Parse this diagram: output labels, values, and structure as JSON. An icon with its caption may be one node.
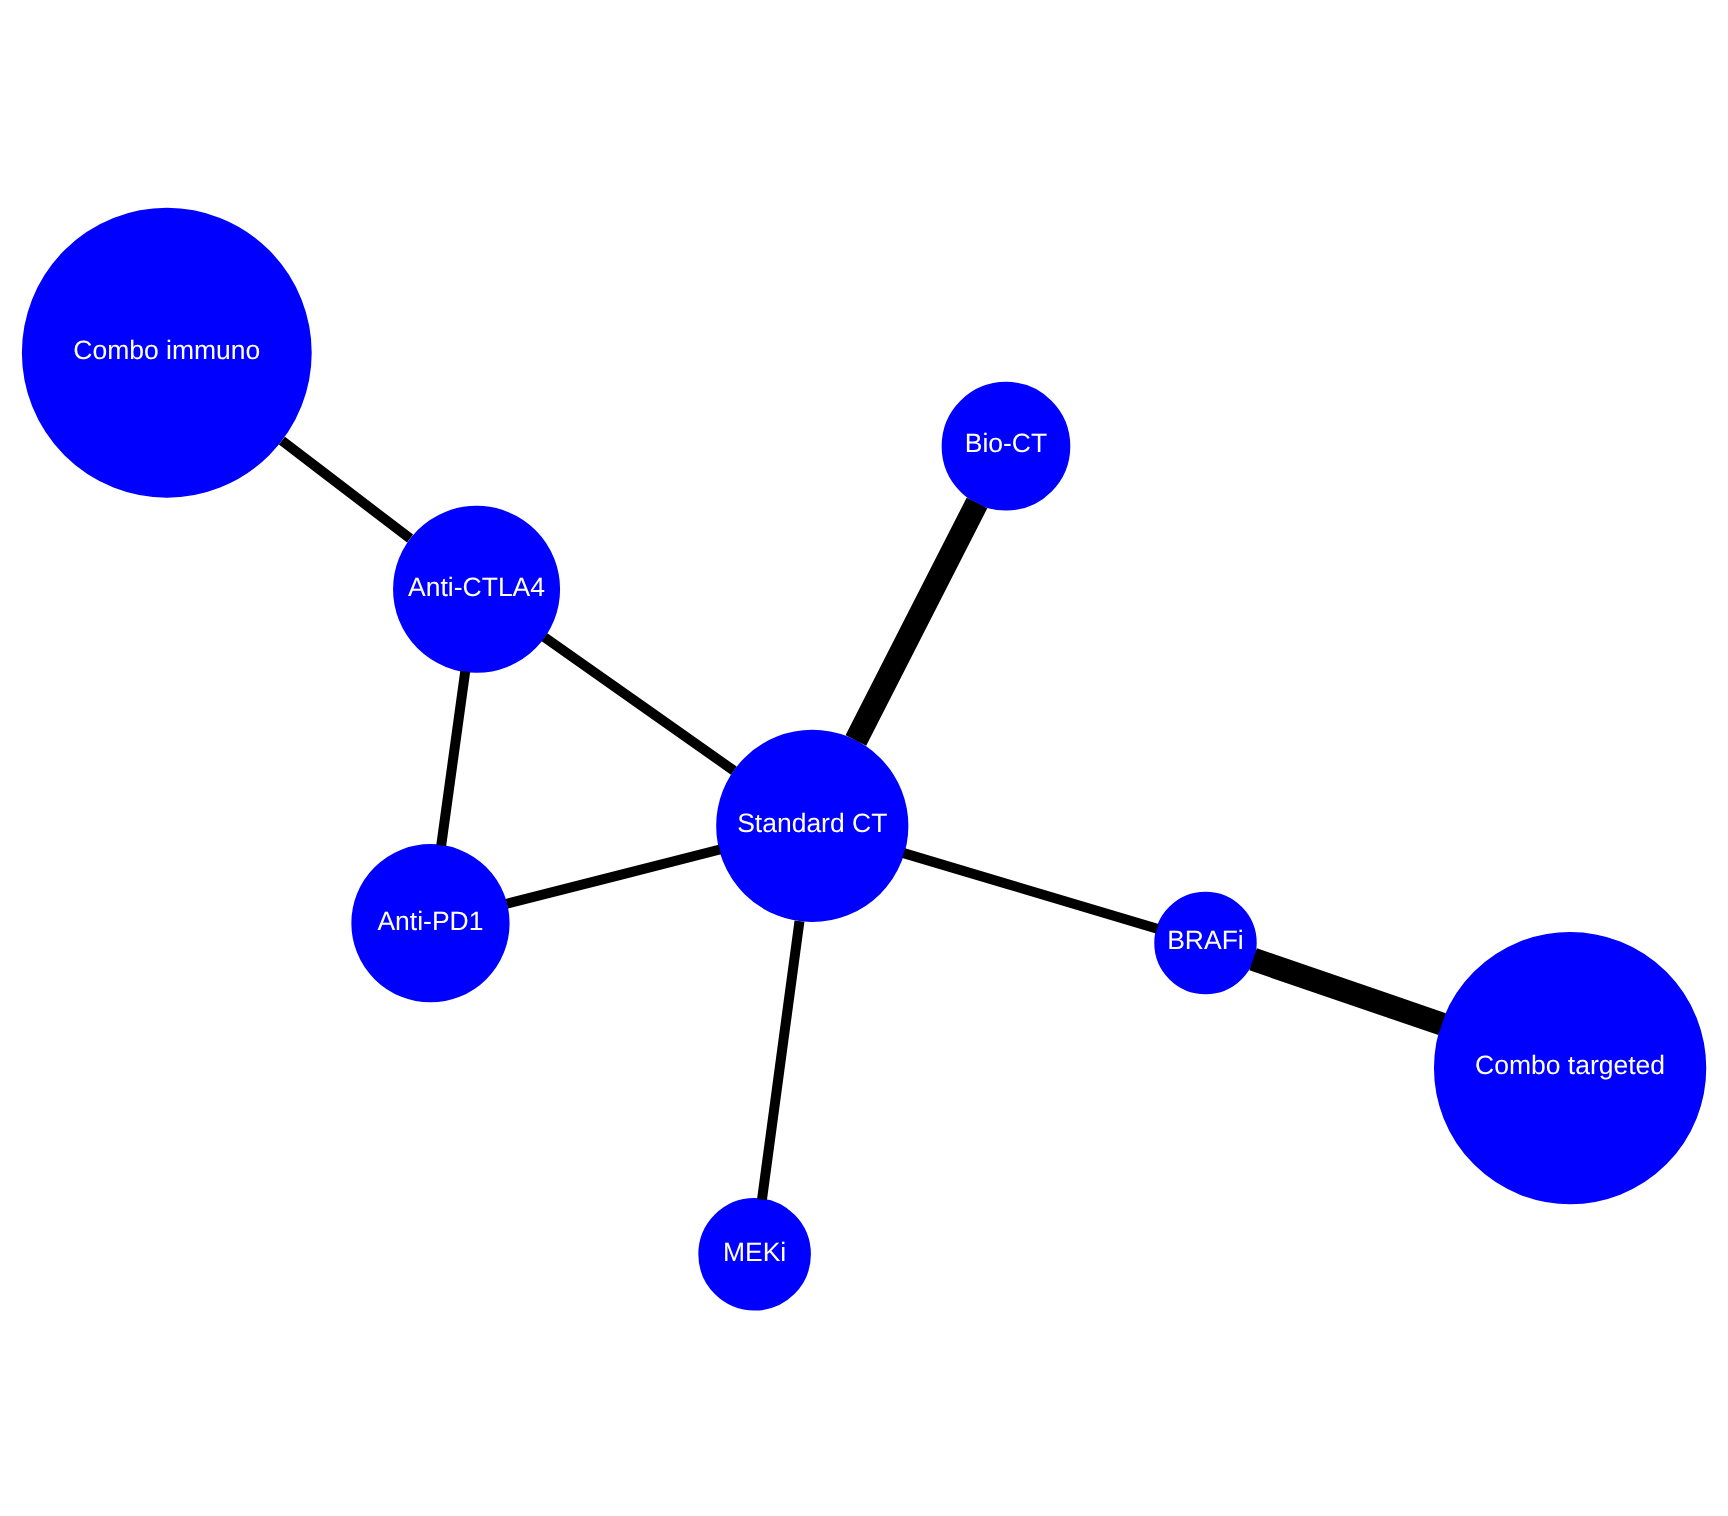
{
  "diagram": {
    "nodes": [
      {
        "text": [
          "Bio-CT"
        ]
      },
      {
        "text": [
          "Anti-CTLA4"
        ]
      },
      {
        "text": [
          "Combo targeted"
        ]
      },
      {
        "text": [
          "MEKi"
        ]
      },
      {
        "text": [
          "BRAFi"
        ]
      },
      {
        "text": [
          "Anti-PD1"
        ]
      },
      {
        "text": [
          "Standard CT"
        ]
      },
      {
        "text": [
          "Combo immuno"
        ]
      }
    ],
    "edges": [
      {
        "from": 0,
        "to": 6,
        "arrow": "none",
        "style": "thick"
      },
      {
        "from": 1,
        "to": 5,
        "arrow": "none"
      },
      {
        "from": 1,
        "to": 6,
        "arrow": "none"
      },
      {
        "from": 1,
        "to": 7,
        "arrow": "none"
      },
      {
        "from": 2,
        "to": 4,
        "arrow": "none",
        "style": "thick"
      },
      {
        "from": 3,
        "to": 6,
        "arrow": "none"
      },
      {
        "from": 4,
        "to": 6,
        "arrow": "none"
      },
      {
        "from": 5,
        "to": 6,
        "arrow": "none"
      }
    ]
  }
}
